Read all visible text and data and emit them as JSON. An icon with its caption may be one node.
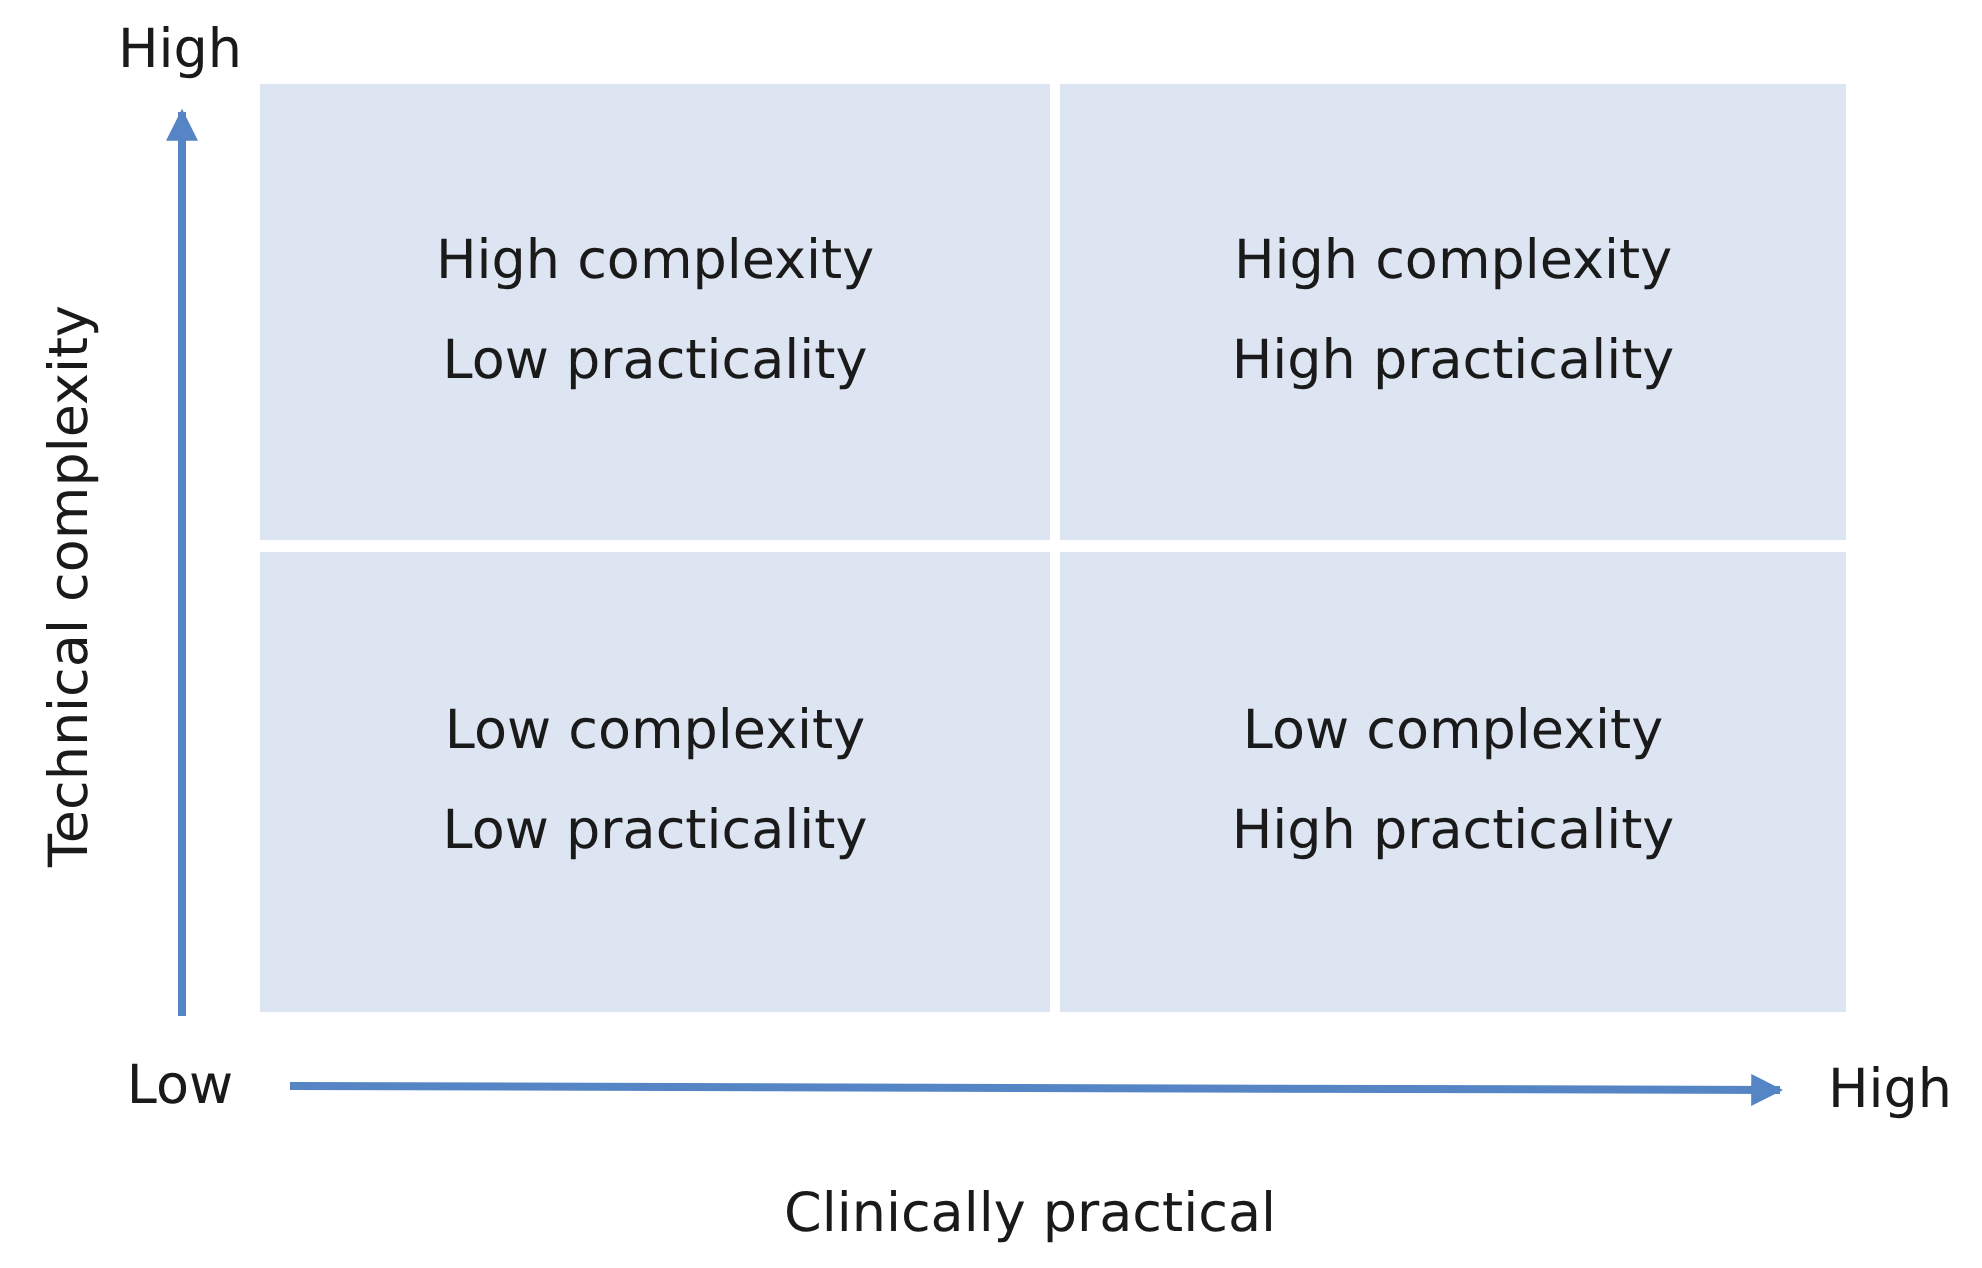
{
  "diagram": {
    "nodes": [
      {
        "text": [
          "High complexity Low practicality"
        ]
      },
      {
        "text": [
          "High complexity High practicality"
        ]
      },
      {
        "text": [
          "Low complexity Low practicality"
        ]
      },
      {
        "text": [
          "Low complexity High practicality"
        ]
      }
    ],
    "labels": [
      "High",
      "Technical complexity",
      "Low",
      "High",
      "Clinically practical"
    ]
  }
}
